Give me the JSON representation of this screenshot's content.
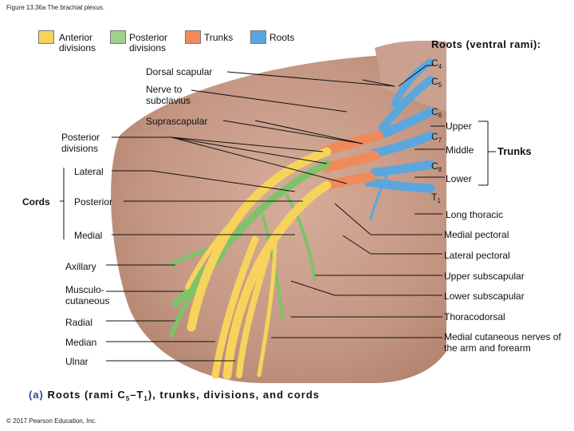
{
  "figure_title": "Figure 13.36a The brachial plexus.",
  "legend": [
    {
      "label": "Anterior divisions",
      "color": "#f7d35c"
    },
    {
      "label": "Posterior divisions",
      "color": "#9fd18c"
    },
    {
      "label": "Trunks",
      "color": "#f08a5b"
    },
    {
      "label": "Roots",
      "color": "#5aa7de"
    }
  ],
  "roots_heading": "Roots (ventral rami):",
  "roots": [
    {
      "letter": "C",
      "sub": "4"
    },
    {
      "letter": "C",
      "sub": "5"
    },
    {
      "letter": "C",
      "sub": "6"
    },
    {
      "letter": "C",
      "sub": "7"
    },
    {
      "letter": "C",
      "sub": "8"
    },
    {
      "letter": "T",
      "sub": "1"
    }
  ],
  "trunks": {
    "upper": "Upper",
    "middle": "Middle",
    "lower": "Lower",
    "group": "Trunks"
  },
  "left_labels": {
    "dorsal_scapular": "Dorsal scapular",
    "nerve_subclavius": "Nerve to subclavius",
    "suprascapular": "Suprascapular",
    "posterior_divisions": "Posterior divisions",
    "lateral": "Lateral",
    "cords": "Cords",
    "posterior": "Posterior",
    "medial": "Medial",
    "axillary": "Axillary",
    "musculocutaneous": "Musculo- cutaneous",
    "radial": "Radial",
    "median": "Median",
    "ulnar": "Ulnar"
  },
  "right_labels": {
    "long_thoracic": "Long thoracic",
    "medial_pectoral": "Medial pectoral",
    "lateral_pectoral": "Lateral pectoral",
    "upper_subscapular": "Upper subscapular",
    "lower_subscapular": "Lower subscapular",
    "thoracodorsal": "Thoracodorsal",
    "medial_cutaneous": "Medial cutaneous nerves of the arm and forearm"
  },
  "caption": {
    "part": "(a)",
    "text_before": "Roots (rami C",
    "sub1": "5",
    "dash": "–T",
    "sub2": "1",
    "text_after": "), trunks, divisions, and cords"
  },
  "copyright": "© 2017 Pearson Education, Inc.",
  "colors": {
    "skin": "#c49a86",
    "skin_dark": "#a77a68",
    "anterior": "#f7d35c",
    "posterior": "#9fd18c",
    "trunk": "#f08a5b",
    "root": "#5aa7de"
  }
}
